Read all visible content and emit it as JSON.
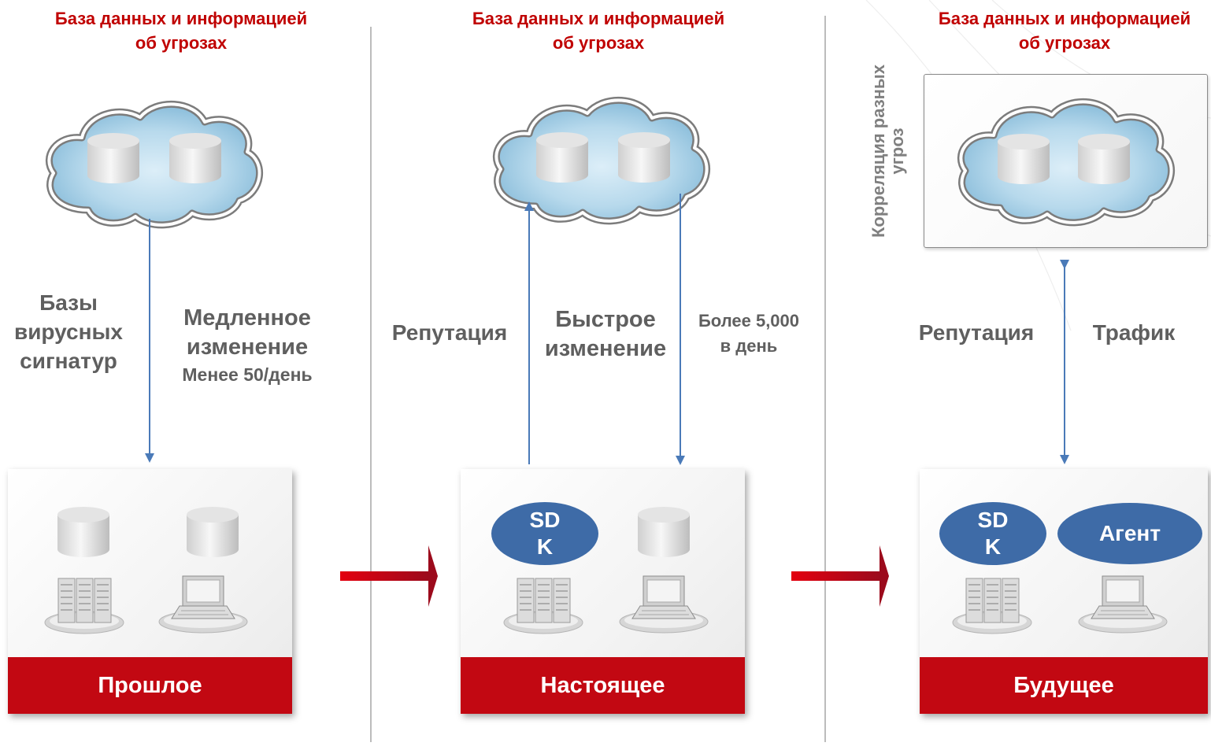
{
  "columns": [
    {
      "title_line1": "База данных и информацией",
      "title_line2": "об угрозах",
      "left_label": [
        "Базы",
        "вирусных",
        "сигнатур"
      ],
      "right_label": [
        "Медленное",
        "изменение"
      ],
      "right_sublabel": "Менее 50/день",
      "footer": "Прошлое"
    },
    {
      "title_line1": "База данных и информацией",
      "title_line2": "об угрозах",
      "left_label": "Репутация",
      "middle_label": [
        "Быстрое",
        "изменение"
      ],
      "right_label": [
        "Более 5,000",
        "в день"
      ],
      "badge": [
        "SD",
        "K"
      ],
      "footer": "Настоящее"
    },
    {
      "title_line1": "База данных и информацией",
      "title_line2": "об угрозах",
      "side_label": [
        "Корреляция разных",
        "угроз"
      ],
      "left_label": "Репутация",
      "right_label": "Трафик",
      "badge": [
        "SD",
        "K"
      ],
      "agent": "Агент",
      "footer": "Будущее"
    }
  ],
  "colors": {
    "title_red": "#c00000",
    "bar_red": "#c20812",
    "badge_blue": "#3e6ba7",
    "arrow_blue": "#4a7ab8",
    "label_gray": "#5f5f5f"
  },
  "icons": [
    "cloud-icon",
    "database-icon",
    "server-icon",
    "laptop-icon",
    "right-arrow-icon"
  ]
}
